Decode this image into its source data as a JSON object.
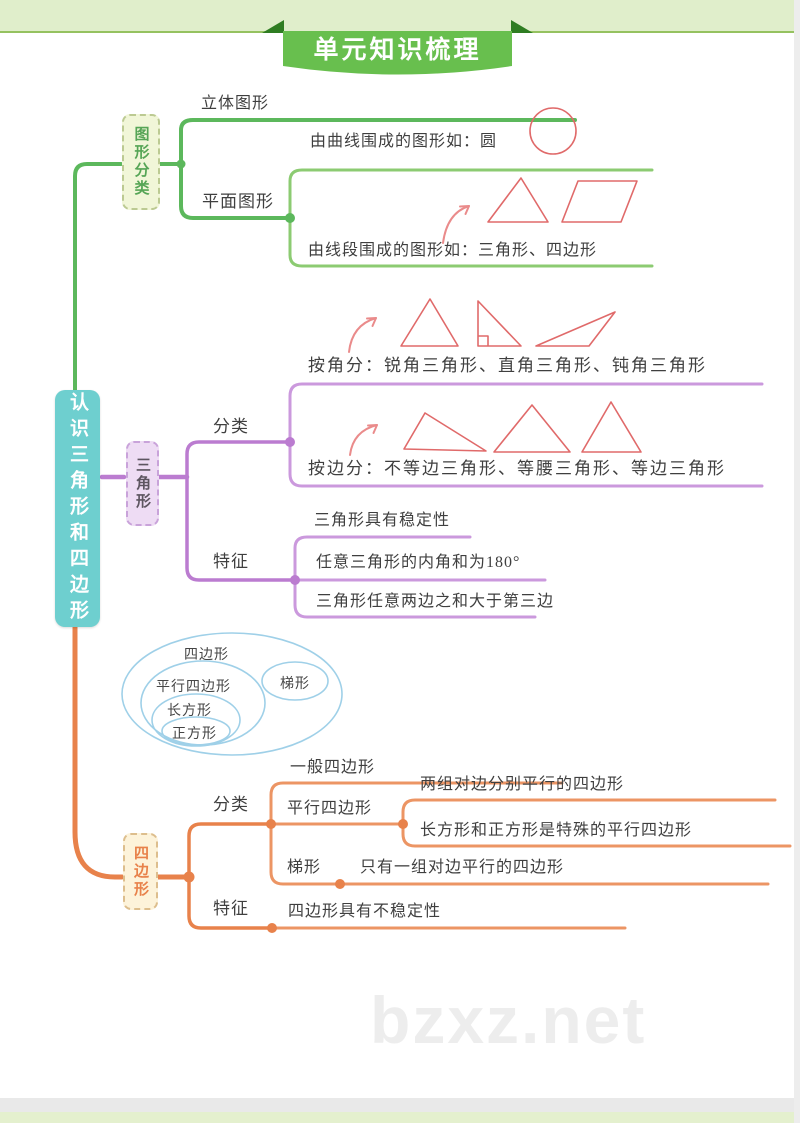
{
  "banner": {
    "title": "单元知识梳理"
  },
  "root": {
    "label": "认识三角形和四边形"
  },
  "shape_branch": {
    "node": "图形分类",
    "solid": "立体图形",
    "plane": "平面图形",
    "curve_note": "由曲线围成的图形如：圆",
    "segment_note": "由线段围成的图形如：三角形、四边形"
  },
  "triangle_branch": {
    "node": "三角形",
    "classify": "分类",
    "by_angle": "按角分：锐角三角形、直角三角形、钝角三角形",
    "by_side": "按边分：不等边三角形、等腰三角形、等边三角形",
    "feature": "特征",
    "features": [
      "三角形具有稳定性",
      "任意三角形的内角和为180°",
      "三角形任意两边之和大于第三边"
    ]
  },
  "quad_branch": {
    "node": "四边形",
    "venn": {
      "outer": "四边形",
      "para": "平行四边形",
      "rect": "长方形",
      "square": "正方形",
      "trap": "梯形"
    },
    "classify": "分类",
    "general": "一般四边形",
    "para": "平行四边形",
    "para_note1": "两组对边分别平行的四边形",
    "para_note2": "长方形和正方形是特殊的平行四边形",
    "trap": "梯形",
    "trap_note": "只有一组对边平行的四边形",
    "feature": "特征",
    "feature_note": "四边形具有不稳定性"
  },
  "watermark": "bzxz.net",
  "colors": {
    "branch_green": "#5cb85c",
    "branch_green_light": "#8ccb72",
    "branch_purple": "#bb7cd0",
    "branch_purple_light": "#cb99dd",
    "branch_orange": "#e8824b",
    "root_teal": "#6ecfcf",
    "shape_red": "#e06a6a",
    "venn_blue": "#9fd0e8",
    "banner_green": "#68bf4e"
  }
}
